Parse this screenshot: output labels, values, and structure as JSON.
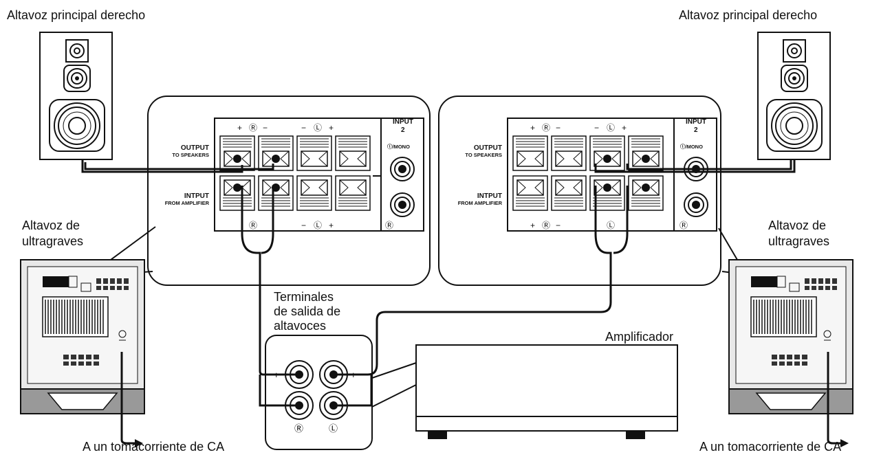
{
  "labels": {
    "speaker_left": "Altavoz principal derecho",
    "speaker_right": "Altavoz principal derecho",
    "sub_left_line1": "Altavoz de",
    "sub_left_line2": "ultragraves",
    "sub_right_line1": "Altavoz de",
    "sub_right_line2": "ultragraves",
    "terminals_line1": "Terminales",
    "terminals_line2": "de salida de",
    "terminals_line3": "altavoces",
    "amplifier": "Amplificador",
    "ac_left": "A un tomacorriente de CA",
    "ac_right": "A un tomacorriente de CA"
  },
  "panel": {
    "output_line1": "OUTPUT",
    "output_line2": "TO SPEAKERS",
    "input_line1": "INTPUT",
    "input_line2": "FROM AMPLIFIER",
    "input2_line1": "INPUT",
    "input2_line2": "2",
    "mono": "ⓛ/MONO",
    "r_mark": "Ⓡ",
    "l_mark": "Ⓛ",
    "plus": "+",
    "minus": "−"
  }
}
